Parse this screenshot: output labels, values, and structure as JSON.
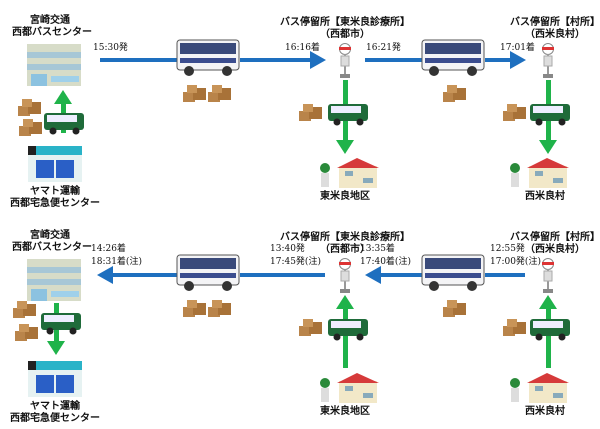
{
  "outbound": {
    "origin": {
      "line1": "宮崎交通",
      "line2": "西都バスセンター"
    },
    "depot": {
      "line1": "ヤマト運輸",
      "line2": "西都宅急便センター"
    },
    "depart_origin": "15:30発",
    "stop1": {
      "line1": "バス停留所【東米良診療所】",
      "line2": "（西都市）",
      "arrive": "16:16着",
      "depart": "16:21発",
      "area": "東米良地区"
    },
    "stop2": {
      "line1": "バス停留所【村所】",
      "line2": "（西米良村）",
      "arrive": "17:01着",
      "area": "西米良村"
    }
  },
  "inbound": {
    "origin": {
      "line1": "宮崎交通",
      "line2": "西都バスセンター",
      "arrive1": "14:26着",
      "arrive2": "18:31着(注)"
    },
    "depot": {
      "line1": "ヤマト運輸",
      "line2": "西都宅急便センター"
    },
    "stop1": {
      "line1": "バス停留所【東米良診療所】",
      "line2": "（西都市）",
      "arrive1": "13:35着",
      "arrive2": "17:40着(注)",
      "depart1": "13:40発",
      "depart2": "17:45発(注)",
      "area": "東米良地区"
    },
    "stop2": {
      "line1": "バス停留所【村所】",
      "line2": "（西米良村）",
      "depart1": "12:55発",
      "depart2": "17:00発(注)",
      "area": "西米良村"
    }
  },
  "colors": {
    "bus_arrow": "#1e6fbf",
    "delivery_arrow": "#1fb34a",
    "van": "#1f6b3a",
    "parcel": "#b9844a"
  }
}
